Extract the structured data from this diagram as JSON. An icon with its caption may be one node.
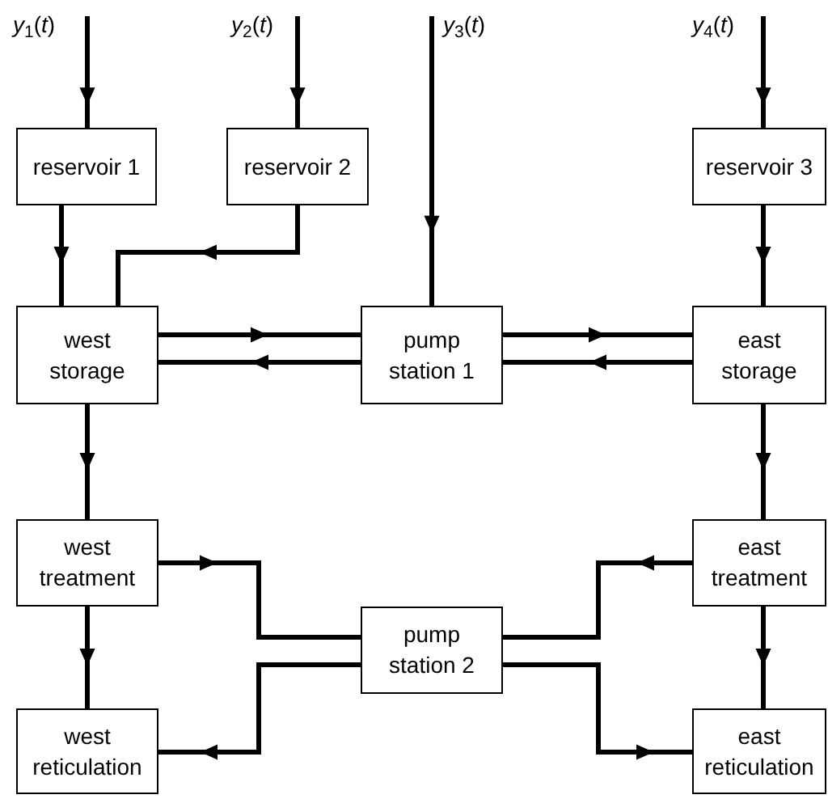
{
  "diagram": {
    "nodes": [
      {
        "text": [
          "*y*$_{1}$(*t*)"
        ]
      },
      {
        "text": [
          "*y*$_{2}$(*t*)"
        ]
      },
      {
        "text": [
          "*y*$_{3}$(*t*)"
        ]
      },
      {
        "text": [
          "*y*$_{4}$(*t*)"
        ]
      },
      {
        "text": [
          "reservoir 1"
        ]
      },
      {
        "text": [
          "reservoir 2"
        ]
      },
      {
        "text": [
          "reservoir 3"
        ]
      },
      {
        "text": [
          "west storage"
        ]
      },
      {
        "text": [
          "pump station 1"
        ]
      },
      {
        "text": [
          "east storage"
        ]
      },
      {
        "text": [
          "west treatment"
        ]
      },
      {
        "text": [
          "east treatment"
        ]
      },
      {
        "text": [
          "pump station 2"
        ]
      },
      {
        "text": [
          "west reticulation"
        ]
      },
      {
        "text": [
          "east reticulation"
        ]
      }
    ],
    "edges": [
      {
        "from": 0,
        "to": 4,
        "arrow": "to"
      },
      {
        "from": 1,
        "to": 5,
        "arrow": "to"
      },
      {
        "from": 2,
        "to": 8,
        "arrow": "to"
      },
      {
        "from": 3,
        "to": 6,
        "arrow": "to"
      },
      {
        "from": 4,
        "to": 7,
        "arrow": "to"
      },
      {
        "from": 5,
        "to": 7,
        "arrow": "to"
      },
      {
        "from": 6,
        "to": 9,
        "arrow": "to"
      },
      {
        "from": 7,
        "to": 8,
        "arrow": "to"
      },
      {
        "from": 8,
        "to": 7,
        "arrow": "to"
      },
      {
        "from": 8,
        "to": 9,
        "arrow": "to"
      },
      {
        "from": 9,
        "to": 8,
        "arrow": "to"
      },
      {
        "from": 7,
        "to": 10,
        "arrow": "to"
      },
      {
        "from": 9,
        "to": 11,
        "arrow": "to"
      },
      {
        "from": 10,
        "to": 12,
        "arrow": "to"
      },
      {
        "from": 12,
        "to": 13,
        "arrow": "to"
      },
      {
        "from": 11,
        "to": 12,
        "arrow": "to"
      },
      {
        "from": 12,
        "to": 14,
        "arrow": "to"
      },
      {
        "from": 10,
        "to": 13,
        "arrow": "to"
      },
      {
        "from": 11,
        "to": 14,
        "arrow": "to"
      }
    ]
  }
}
